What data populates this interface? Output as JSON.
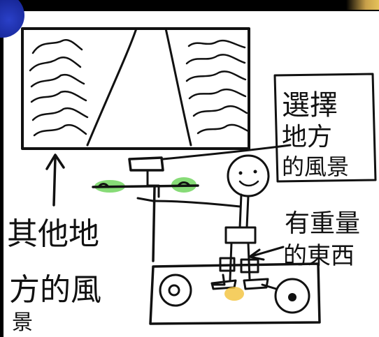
{
  "labels": {
    "other_scenery_line1": "其他地",
    "other_scenery_line2": "方的風",
    "other_scenery_line3": "景",
    "choose_scenery_line1": "選擇",
    "choose_scenery_line2": "地方",
    "choose_scenery_line3": "的風景",
    "heavy_object_line1": "有重量",
    "heavy_object_line2": "的東西"
  },
  "colors": {
    "background": "#000000",
    "paper": "#ffffff",
    "ink": "#111111",
    "highlight_green": "#5fcf4a",
    "highlight_yellow": "#f2c23a",
    "corner_blue": "#1a2aa8"
  },
  "icons": {
    "arrow": "up-arrow-icon",
    "person": "stick-figure-icon"
  }
}
